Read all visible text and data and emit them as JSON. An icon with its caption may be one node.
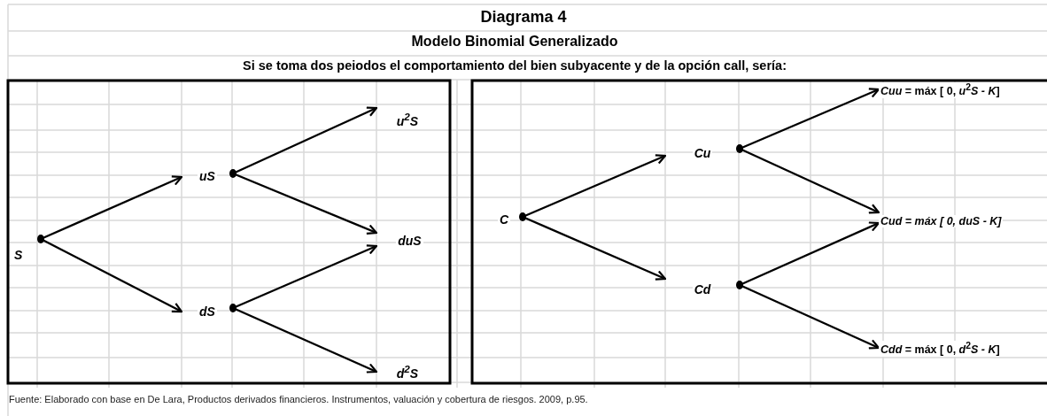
{
  "diagram": {
    "title": "Diagrama 4",
    "caption": "Fuente: Elaborado con base  en  De Lara, Productos derivados financieros. Instrumentos, valuación y cobertura de riesgos. 2009, p.95.",
    "labels": [
      "Modelo Binomial Generalizado",
      "Si se toma dos peiodos el comportamiento del bien subyacente y de la opción call, sería:"
    ],
    "nodes": [
      {
        "text": [
          "S"
        ]
      },
      {
        "text": [
          "uS"
        ]
      },
      {
        "text": [
          "dS"
        ]
      },
      {
        "text": [
          "u$^{2}$S"
        ]
      },
      {
        "text": [
          "duS"
        ]
      },
      {
        "text": [
          "d$^{2}$S"
        ]
      },
      {
        "text": [
          "C"
        ]
      },
      {
        "text": [
          "Cu"
        ]
      },
      {
        "text": [
          "Cd"
        ]
      },
      {
        "text": [
          "*Cuu* = máx [ 0, *u*$^{2}$*S - K*]"
        ]
      },
      {
        "text": [
          "*Cud = máx [ 0, duS - K]*"
        ]
      },
      {
        "text": [
          "*Cdd* = máx [ 0, *d*$^{2}$*S - K*]"
        ]
      }
    ],
    "edges": [
      {
        "from": 0,
        "to": 1,
        "arrow": "to"
      },
      {
        "from": 0,
        "to": 2,
        "arrow": "to"
      },
      {
        "from": 1,
        "to": 3,
        "arrow": "to"
      },
      {
        "from": 1,
        "to": 4,
        "arrow": "to"
      },
      {
        "from": 2,
        "to": 4,
        "arrow": "to"
      },
      {
        "from": 2,
        "to": 5,
        "arrow": "to"
      },
      {
        "from": 6,
        "to": 7,
        "arrow": "to"
      },
      {
        "from": 6,
        "to": 8,
        "arrow": "to"
      },
      {
        "from": 7,
        "to": 9,
        "arrow": "to"
      },
      {
        "from": 7,
        "to": 10,
        "arrow": "to"
      },
      {
        "from": 8,
        "to": 10,
        "arrow": "to"
      },
      {
        "from": 8,
        "to": 11,
        "arrow": "to"
      }
    ]
  }
}
